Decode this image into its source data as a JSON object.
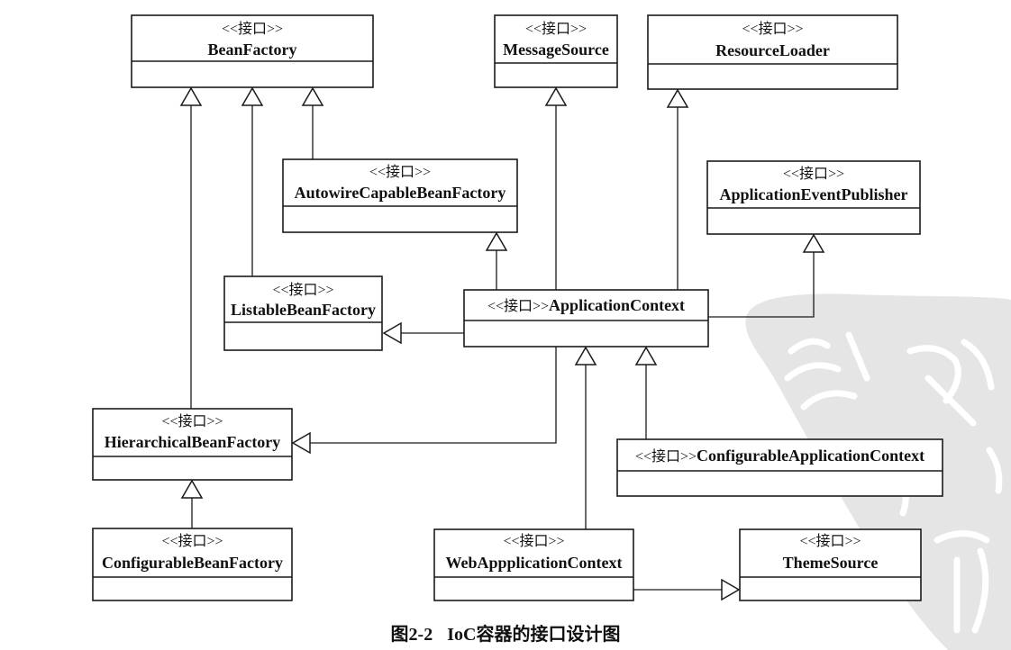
{
  "diagram": {
    "interfaces": {
      "bean_factory": {
        "stereotype": "<<接口>>",
        "name": "BeanFactory"
      },
      "message_source": {
        "stereotype": "<<接口>>",
        "name": "MessageSource"
      },
      "resource_loader": {
        "stereotype": "<<接口>>",
        "name": "ResourceLoader"
      },
      "autowire_capable_bean_factory": {
        "stereotype": "<<接口>>",
        "name": "AutowireCapableBeanFactory"
      },
      "application_event_publisher": {
        "stereotype": "<<接口>>",
        "name": "ApplicationEventPublisher"
      },
      "listable_bean_factory": {
        "stereotype": "<<接口>>",
        "name": "ListableBeanFactory"
      },
      "application_context": {
        "stereotype": "<<接口>>",
        "name": "ApplicationContext"
      },
      "hierarchical_bean_factory": {
        "stereotype": "<<接口>>",
        "name": "HierarchicalBeanFactory"
      },
      "configurable_application_context": {
        "stereotype": "<<接口>>",
        "name": "ConfigurableApplicationContext"
      },
      "configurable_bean_factory": {
        "stereotype": "<<接口>>",
        "name": "ConfigurableBeanFactory"
      },
      "web_application_context": {
        "stereotype": "<<接口>>",
        "name": "WebAppplicationContext"
      },
      "theme_source": {
        "stereotype": "<<接口>>",
        "name": "ThemeSource"
      }
    }
  },
  "caption": {
    "number": "图2-2",
    "title": "IoC容器的接口设计图"
  }
}
